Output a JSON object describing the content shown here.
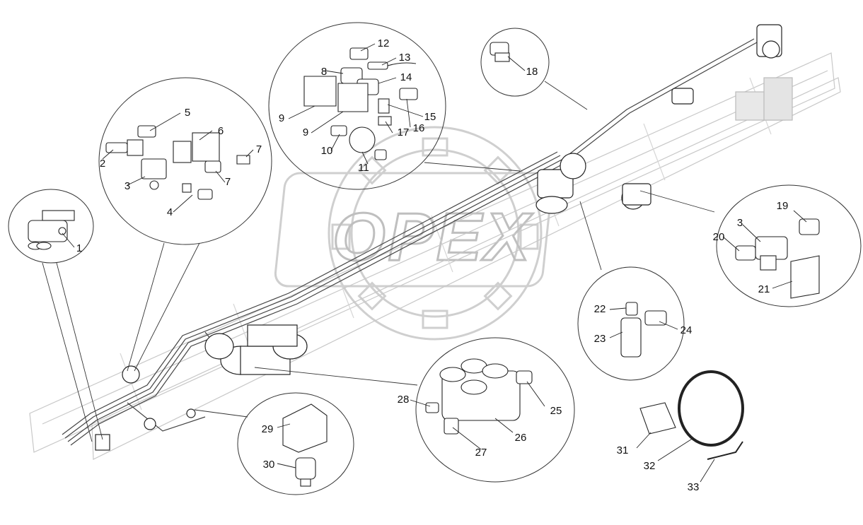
{
  "watermark": "OPEX",
  "callouts": [
    "1",
    "2",
    "3",
    "4",
    "5",
    "6",
    "7",
    "7",
    "8",
    "9",
    "9",
    "10",
    "11",
    "12",
    "13",
    "14",
    "15",
    "16",
    "17",
    "18",
    "3",
    "19",
    "20",
    "21",
    "22",
    "23",
    "24",
    "25",
    "26",
    "27",
    "28",
    "29",
    "30",
    "31",
    "32",
    "33"
  ]
}
